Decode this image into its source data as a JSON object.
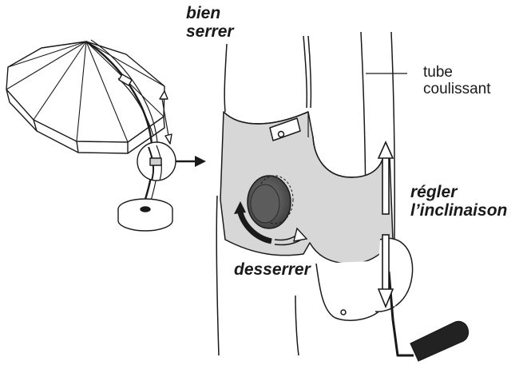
{
  "labels": {
    "tighten": [
      "bien",
      "serrer"
    ],
    "sliding_tube": [
      "tube",
      "coulissant"
    ],
    "adjust_tilt": [
      "régler",
      "l’inclinaison"
    ],
    "loosen": "desserrer"
  },
  "colors": {
    "line": "#1a1a1a",
    "collar_fill": "#d7d7d7",
    "knob_fill": "#595959",
    "handle_fill": "#222222",
    "canopy_fill": "#ffffff",
    "background": "#ffffff"
  },
  "icons": [
    "umbrella-icon",
    "zoom-arrow-icon",
    "double-arrow-icon",
    "rotation-arrow-icon",
    "knob-icon",
    "crank-handle-icon"
  ]
}
